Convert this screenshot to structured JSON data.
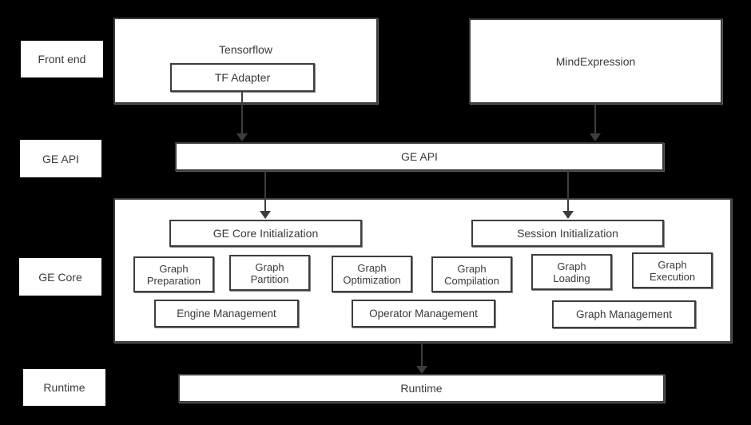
{
  "colors": {
    "background": "#000000",
    "box_fill": "#ffffff",
    "box_border": "#3d3d3d",
    "text": "#3a3a3a",
    "arrow": "#3d3d3d"
  },
  "side_labels": {
    "front_end": "Front end",
    "ge_api": "GE API",
    "ge_core": "GE Core",
    "runtime": "Runtime"
  },
  "front_end": {
    "tensorflow_label": "Tensorflow",
    "tf_adapter_label": "TF Adapter",
    "mindexpression_label": "MindExpression"
  },
  "ge_api": {
    "bar_label": "GE API"
  },
  "ge_core": {
    "initialization": [
      "GE Core Initialization",
      "Session Initialization"
    ],
    "stages": [
      "Graph Preparation",
      "Graph Partition",
      "Graph Optimization",
      "Graph Compilation",
      "Graph Loading",
      "Graph Execution"
    ],
    "management": [
      "Engine Management",
      "Operator Management",
      "Graph Management"
    ]
  },
  "runtime": {
    "bar_label": "Runtime"
  }
}
